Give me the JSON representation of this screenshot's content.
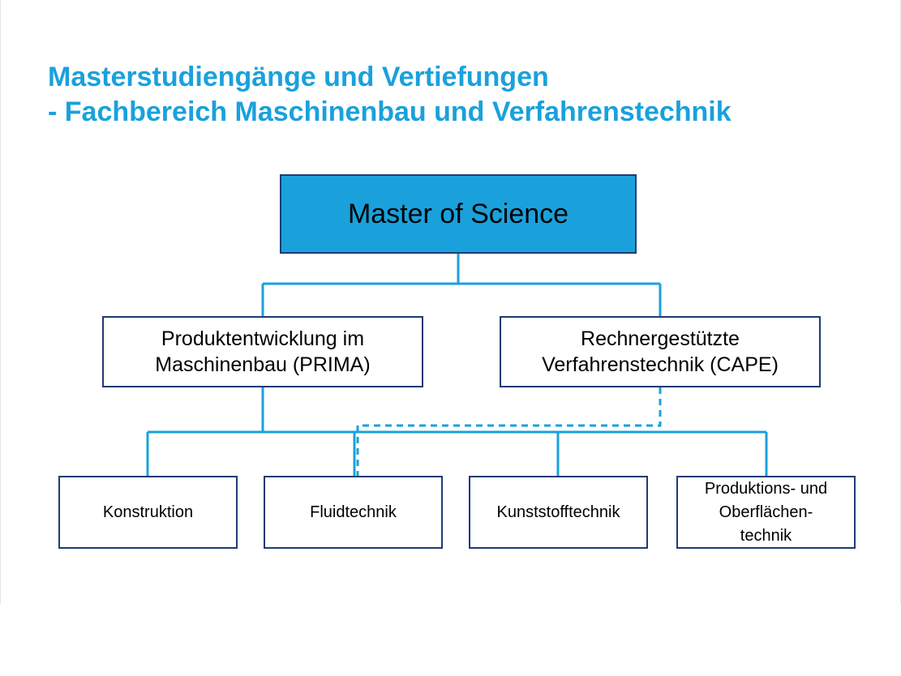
{
  "title": {
    "line1": "Masterstudiengänge und Vertiefungen",
    "line2": "- Fachbereich Maschinenbau und Verfahrenstechnik"
  },
  "colors": {
    "accent": "#1aa1dc",
    "border": "#1f3b73"
  },
  "root": {
    "label": "Master of Science"
  },
  "programs": [
    {
      "line1": "Produktentwicklung im",
      "line2": "Maschinenbau (PRIMA)"
    },
    {
      "line1": "Rechnergestützte",
      "line2": "Verfahrenstechnik (CAPE)"
    }
  ],
  "specializations": [
    {
      "label": "Konstruktion"
    },
    {
      "label": "Fluidtechnik"
    },
    {
      "label": "Kunststofftechnik"
    },
    {
      "line1": "Produktions- und",
      "line2": "Oberflächen-",
      "line3": "technik"
    }
  ]
}
